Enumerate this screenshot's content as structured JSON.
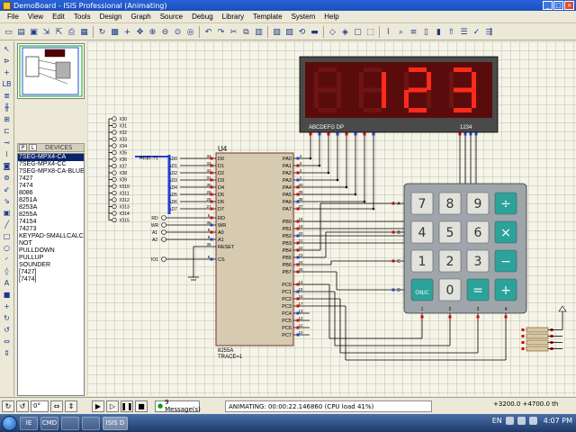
{
  "window": {
    "title": "DemoBoard - ISIS Professional (Animating)"
  },
  "menu": [
    "File",
    "View",
    "Edit",
    "Tools",
    "Design",
    "Graph",
    "Source",
    "Debug",
    "Library",
    "Template",
    "System",
    "Help"
  ],
  "device_panel": {
    "mode_p": "P",
    "mode_l": "L",
    "title": "DEVICES",
    "selected_index": 0,
    "items": [
      "7SEG-MPX4-CA",
      "7SEG-MPX4-CC",
      "7SEG-MPX8-CA-BLUE",
      "7427",
      "7474",
      "8086",
      "8251A",
      "8253A",
      "8255A",
      "74154",
      "74273",
      "KEYPAD-SMALLCALC",
      "NOT",
      "PULLDOWN",
      "PULLUP",
      "SOUNDER",
      "[7427]",
      "[7474]"
    ]
  },
  "schematic": {
    "display": {
      "digits": [
        "",
        "1",
        "2",
        "3"
      ],
      "seg_label": "ABCDEFG DP",
      "digit_label": "1234",
      "seg_color": "#ff2a1a",
      "bg_color": "#5a0c0c"
    },
    "chip": {
      "ref": "U4",
      "part": "8255A",
      "trace": "TRACE=1",
      "left_pins": [
        "D0",
        "D1",
        "D2",
        "D3",
        "D4",
        "D5",
        "D6",
        "D7"
      ],
      "left_pins2": [
        "RD",
        "WR",
        "A0",
        "A1",
        "RESET"
      ],
      "cs_pin": "CS",
      "right_pa": [
        "PA0",
        "PA1",
        "PA2",
        "PA3",
        "PA4",
        "PA5",
        "PA6",
        "PA7"
      ],
      "right_pb": [
        "PB0",
        "PB1",
        "PB2",
        "PB3",
        "PB4",
        "PB5",
        "PB6",
        "PB7"
      ],
      "right_pc": [
        "PC0",
        "PC1",
        "PC2",
        "PC3",
        "PC4",
        "PC5",
        "PC6",
        "PC7"
      ],
      "pin_num_left": [
        "34",
        "33",
        "32",
        "31",
        "30",
        "29",
        "28",
        "27"
      ],
      "pin_num_left2": [
        "5",
        "36",
        "9",
        "8",
        "35"
      ],
      "pin_num_cs": "6",
      "pin_num_pa": [
        "4",
        "3",
        "2",
        "1",
        "40",
        "39",
        "38",
        "37"
      ],
      "pin_num_pb": [
        "18",
        "19",
        "20",
        "21",
        "22",
        "23",
        "24",
        "25"
      ],
      "pin_num_pc": [
        "14",
        "15",
        "16",
        "17",
        "13",
        "12",
        "11",
        "10"
      ]
    },
    "bus_label": "AD[0..7]",
    "ad_labels": [
      "AD0",
      "AD1",
      "AD2",
      "AD3",
      "AD4",
      "AD5",
      "AD6",
      "AD7"
    ],
    "io_labels": [
      "IO0",
      "IO1",
      "IO2",
      "IO3",
      "IO4",
      "IO5",
      "IO6",
      "IO7",
      "IO8",
      "IO9",
      "IO10",
      "IO11",
      "IO12",
      "IO13",
      "IO14",
      "IO15"
    ],
    "ctrl_labels": [
      "RD",
      "WR",
      "A1",
      "A2",
      "IO1"
    ],
    "keypad": {
      "row_labels": [
        "A",
        "B",
        "C",
        "D"
      ],
      "keys": [
        "7",
        "8",
        "9",
        "÷",
        "4",
        "5",
        "6",
        "×",
        "1",
        "2",
        "3",
        "−",
        "ON/C",
        "0",
        "=",
        "+"
      ],
      "col_labels": [
        "1",
        "2",
        "3",
        "4"
      ]
    }
  },
  "statusbar": {
    "rotation": "0°",
    "messages": "9 Message(s)",
    "sim_status": "ANIMATING: 00:00:22.146860 (CPU load 41%)",
    "coords": "+3200.0  +4700.0  th"
  },
  "taskbar": {
    "apps": [
      "IE",
      "CMD",
      "",
      "",
      "ISIS D"
    ],
    "lang": "EN",
    "clock": "4:07 PM"
  }
}
